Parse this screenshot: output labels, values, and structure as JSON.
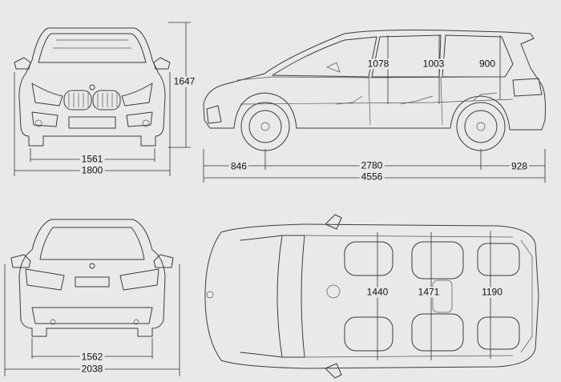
{
  "dimensions": {
    "height": "1647",
    "front_track": "1561",
    "width_mirrors_folded": "1800",
    "front_overhang": "846",
    "wheelbase": "2780",
    "rear_overhang": "928",
    "overall_length": "4556",
    "headroom_row1": "1078",
    "headroom_row2": "1003",
    "headroom_row3": "900",
    "rear_track": "1562",
    "width_with_mirrors": "2038",
    "shoulder_row1": "1440",
    "shoulder_row2": "1471",
    "shoulder_row3": "1190"
  },
  "colors": {
    "background": "#e9e9e9",
    "line": "#3c3c3c"
  }
}
